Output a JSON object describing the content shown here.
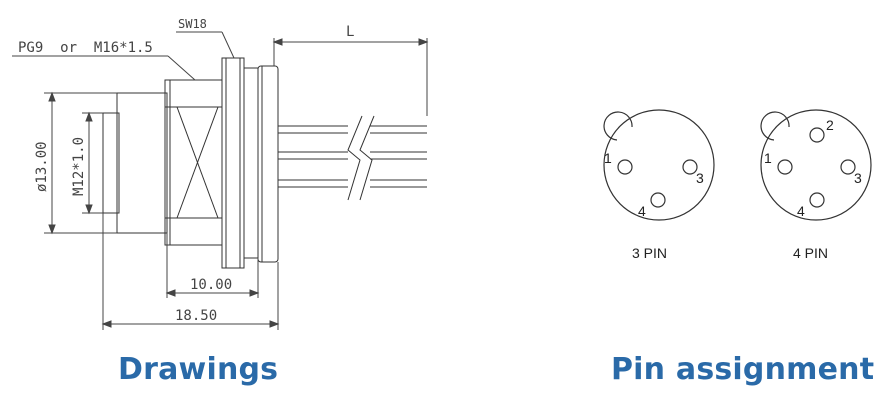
{
  "drawing": {
    "thread_label": "PG9  or  M16*1.5",
    "wrench_label": "SW18",
    "length_label": "L",
    "diameter_label": "ø13.00",
    "thread_m12_label": "M12*1.0",
    "dim_10": "10.00",
    "dim_1850": "18.50"
  },
  "pins": {
    "three": {
      "caption": "3 PIN",
      "labels": [
        "1",
        "3",
        "4"
      ]
    },
    "four": {
      "caption": "4 PIN",
      "labels": [
        "1",
        "2",
        "3",
        "4"
      ]
    }
  },
  "captions": {
    "drawings": "Drawings",
    "pin_assignment": "Pin assignment"
  },
  "colors": {
    "caption": "#2a6aa8",
    "line": "#333333"
  }
}
